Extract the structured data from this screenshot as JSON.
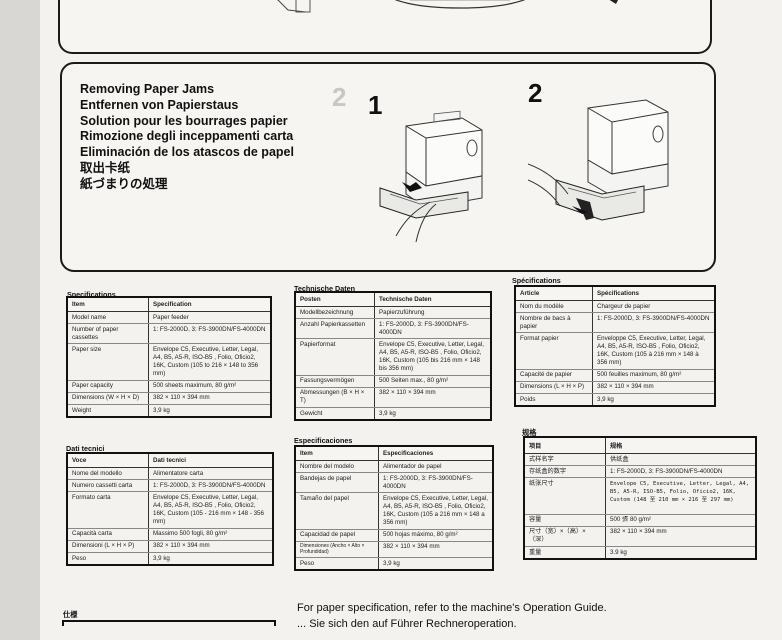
{
  "jam": {
    "titles": [
      "Removing Paper Jams",
      "Entfernen von Papierstaus",
      "Solution pour les bourrages papier",
      "Rimozione degli inceppamenti carta",
      "Eliminación de los atascos de papel",
      "取出卡纸",
      "紙づまりの処理"
    ],
    "step1": "1",
    "step2": "2"
  },
  "tables": [
    {
      "title": "Specifications",
      "headers": [
        "Item",
        "Specification"
      ],
      "rows": [
        [
          "Model name",
          "Paper feeder"
        ],
        [
          "Number of paper cassettes",
          "1: FS-2000D, 3: FS-3900DN/FS-4000DN"
        ],
        [
          "Paper size",
          "Envelope C5, Executive, Letter, Legal, A4, B5, A5-R, ISO-B5 , Folio, Oficio2, 16K, Custom (105 to 216 × 148 to 356 mm)"
        ],
        [
          "Paper capacity",
          "500 sheets maximum, 80 g/m²"
        ],
        [
          "Dimensions (W × H × D)",
          "382 × 110 × 394 mm"
        ],
        [
          "Weight",
          "3,9 kg"
        ]
      ]
    },
    {
      "title": "Technische Daten",
      "headers": [
        "Posten",
        "Technische Daten"
      ],
      "rows": [
        [
          "Modellbezeichnung",
          "Papierzuführung"
        ],
        [
          "Anzahl Papierkassetten",
          "1: FS-2000D, 3: FS-3900DN/FS-4000DN"
        ],
        [
          "Papierformat",
          "Envelope C5, Executive, Letter, Legal, A4, B5, A5-R, ISO-B5 , Folio, Oficio2, 16K, Custom (105 bis 216 mm × 148 bis 356 mm)"
        ],
        [
          "Fassungsvermögen",
          "500 Seiten max., 80 g/m²"
        ],
        [
          "Abmessungen (B × H × T)",
          "382 × 110 × 394 mm"
        ],
        [
          "Gewicht",
          "3,9 kg"
        ]
      ]
    },
    {
      "title": "Spécifications",
      "headers": [
        "Article",
        "Spécifications"
      ],
      "rows": [
        [
          "Nom du modèle",
          "Chargeur de papier"
        ],
        [
          "Nombre de bacs à papier",
          "1: FS-2000D, 3: FS-3900DN/FS-4000DN"
        ],
        [
          "Format papier",
          "Enveloppe C5, Executive, Letter, Legal, A4, B5, A5-R, ISO-B5 , Folio, Oficio2, 16K, Custom (105 à 216 mm × 148 à 356 mm)"
        ],
        [
          "Capacité de papier",
          "500 feuilles maximum, 80 g/m²"
        ],
        [
          "Dimensions (L × H × P)",
          "382 × 110 × 394 mm"
        ],
        [
          "Poids",
          "3,9 kg"
        ]
      ]
    },
    {
      "title": "Dati tecnici",
      "headers": [
        "Voce",
        "Dati tecnici"
      ],
      "rows": [
        [
          "Nome del modello",
          "Alimentatore carta"
        ],
        [
          "Numero cassetti carta",
          "1: FS-2000D, 3: FS-3900DN/FS-4000DN"
        ],
        [
          "Formato carta",
          "Envelope C5, Executive, Letter, Legal, A4, B5, A5-R, ISO-B5 , Folio, Oficio2, 16K, Custom (105 - 216 mm × 148 - 356 mm)"
        ],
        [
          "Capacità carta",
          "Massimo 500 fogli, 80 g/m²"
        ],
        [
          "Dimensioni (L × H × P)",
          "382 × 110 × 394 mm"
        ],
        [
          "Peso",
          "3,9 kg"
        ]
      ]
    },
    {
      "title": "Especificaciones",
      "headers": [
        "Item",
        "Especificaciones"
      ],
      "rows": [
        [
          "Nombre del modelo",
          "Alimentador de papel"
        ],
        [
          "Bandejas de papel",
          "1: FS-2000D, 3: FS-3900DN/FS-4000DN"
        ],
        [
          "Tamaño del papel",
          "Envelope C5, Executive, Letter, Legal, A4, B5, A5-R, ISO-B5 , Folio, Oficio2, 16K, Custom (105 a 216 mm × 148 a 356 mm)"
        ],
        [
          "Capacidad de papel",
          "500 hojas máximo, 80 g/m²"
        ],
        [
          "Dimensiones (Ancho × Alto × Profundidad)",
          "382 × 110 × 394 mm"
        ],
        [
          "Peso",
          "3,9 kg"
        ]
      ]
    },
    {
      "title": "规格",
      "headers": [
        "项目",
        "规格"
      ],
      "rows": [
        [
          "式样名字",
          "供纸盒"
        ],
        [
          "存纸盒的数字",
          "1: FS-2000D, 3: FS-3900DN/FS-4000DN"
        ],
        [
          "纸张尺寸",
          "Envelope C5, Executive, Letter, Legal, A4, B5, A5-R, ISO-B5, Folio, Oficio2, 16K, Custom (148 至 210 mm × 216 至 297 mm)"
        ],
        [
          "容量",
          "500 張 80 g/m²"
        ],
        [
          "尺寸（宽）×（高）×（深）",
          "382 × 110 × 394 mm"
        ],
        [
          "重量",
          "3.9 kg"
        ]
      ]
    }
  ],
  "bottom": {
    "jp_label": "仕様",
    "note1": "For paper specification, refer to the machine's Operation Guide.",
    "note2": "... Sie sich den auf Führer Rechneroperation."
  }
}
